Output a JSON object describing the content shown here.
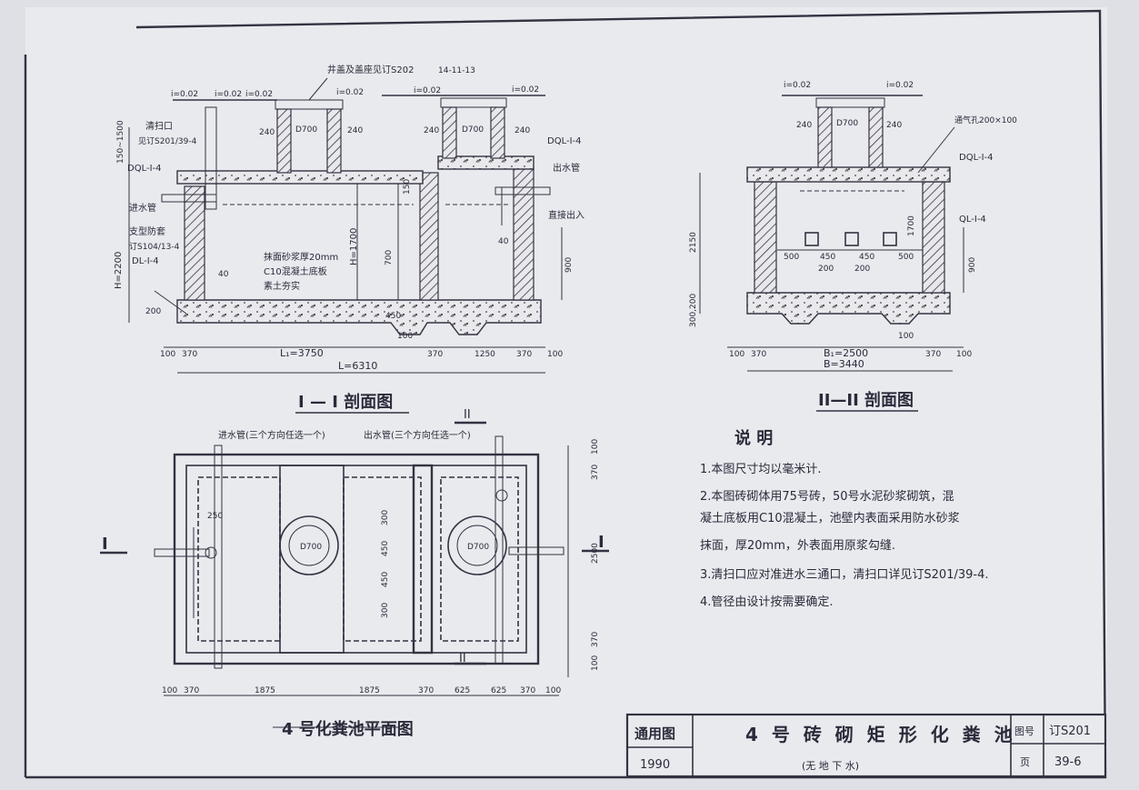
{
  "section_1": {
    "title": "I — I 剖面图",
    "labels": {
      "cover_ref": "井盖及盖座见订S202",
      "cover_ref_page": "14-11-13",
      "cleanout": "清扫口",
      "cleanout_ref": "见订S201/39-4",
      "dql_left": "DQL-I-4",
      "inlet_pipe": "进水管",
      "waterproof_sleeve": "支型防套",
      "sleeve_ref": "订S104/13-4",
      "dl": "DL-I-4",
      "dql_right": "DQL-I-4",
      "outlet_pipe": "出水管",
      "direct_outlet": "直接出入",
      "plaster": "抹面砂浆厚20mm",
      "c10": "C10混凝土底板",
      "soil": "素土夯实",
      "h_total": "H=2200",
      "h_inner": "H=1700",
      "dims_bottom": [
        "100",
        "370",
        "L₁=3750",
        "100",
        "370",
        "1250",
        "370",
        "100"
      ],
      "L": "L=6310",
      "slope_1": "i=0.02",
      "slope_2": "i=0.02",
      "slope_3": "i=0.02",
      "slope_4": "i=0.02",
      "slope_5": "i=0.02",
      "slope_6": "i=0.02",
      "d700_a": "D700",
      "d700_b": "D700",
      "w240_a": "240",
      "w240_b": "240",
      "w240_c": "240",
      "w240_d": "240",
      "dim_40": "40",
      "dim_700": "700",
      "dim_900": "900",
      "dim_450": "450",
      "dim_150": "150",
      "dim_40b": "40",
      "dim_200": "200",
      "dim_top": "150~1500"
    }
  },
  "section_2": {
    "title": "II—II 剖面图",
    "labels": {
      "vent": "通气孔200×100",
      "dql": "DQL-I-4",
      "ql": "QL-I-4",
      "d700": "D700",
      "w240_a": "240",
      "w240_b": "240",
      "slope_a": "i=0.02",
      "slope_b": "i=0.02",
      "h2150": "2150",
      "h1700": "1700",
      "h900": "900",
      "d500": "500",
      "d450a": "450",
      "d450b": "450",
      "d500b": "500",
      "d200a": "200",
      "d200b": "200",
      "base": "300,200",
      "B1": "B₁=2500",
      "B": "B=3440",
      "dims_left": [
        "100",
        "370"
      ],
      "dims_right": [
        "100",
        "370",
        "100"
      ]
    }
  },
  "plan": {
    "title": "4 号化粪池平面图",
    "inlet_note": "进水管(三个方向任选一个)",
    "outlet_note": "出水管(三个方向任选一个)",
    "mark_I_left": "I",
    "mark_I_right": "I",
    "mark_II_top": "II",
    "mark_II_bottom": "II",
    "d700_a": "D700",
    "d700_b": "D700",
    "dims_bottom": [
      "100",
      "370",
      "1875",
      "1875",
      "370",
      "625",
      "625",
      "370",
      "100"
    ],
    "dims_right": [
      "100",
      "370",
      "2500",
      "370",
      "100"
    ],
    "dim_250": "250",
    "dims_left_inner": [
      "300",
      "450",
      "450",
      "300"
    ]
  },
  "notes": {
    "heading": "说  明",
    "items": [
      "1.本图尺寸均以毫米计.",
      "2.本图砖砌体用75号砖，50号水泥砂浆砌筑，混",
      "   凝土底板用C10混凝土，池壁内表面采用防水砂浆",
      "   抹面，厚20mm，外表面用原浆勾缝.",
      "3.清扫口应对准进水三通口，清扫口详见订S201/39-4.",
      "4.管径由设计按需要确定."
    ]
  },
  "title_block": {
    "category": "通用图",
    "year": "1990",
    "title": "4 号 砖 砌 矩 形 化 粪 池",
    "subtitle": "(无 地 下 水)",
    "atlas_label": "图号",
    "atlas_no": "订S201",
    "page_label": "页",
    "page_no": "39-6"
  }
}
